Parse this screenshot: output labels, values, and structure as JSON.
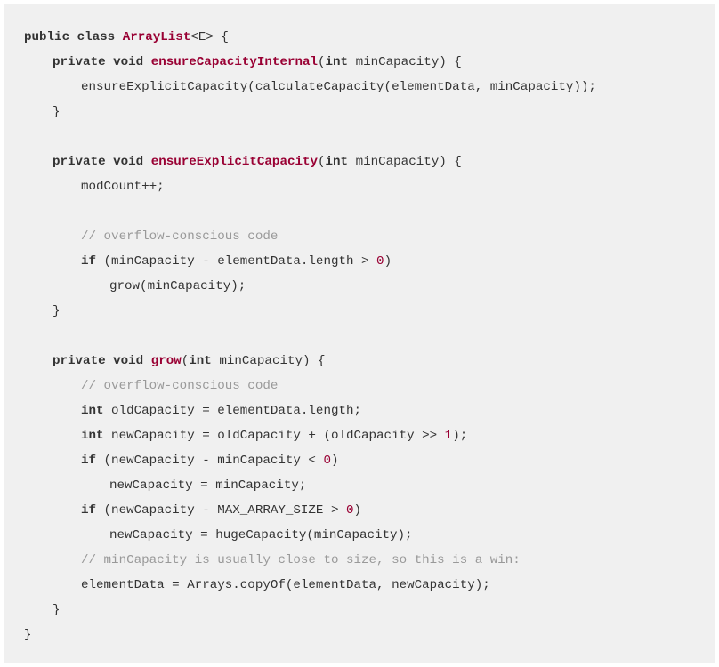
{
  "code": {
    "l1": {
      "kw1": "public",
      "kw2": "class",
      "cls": "ArrayList",
      "rest": "<E> {"
    },
    "l2": {
      "kw1": "private",
      "kw2": "void",
      "fn": "ensureCapacityInternal",
      "p1": "(",
      "kw3": "int",
      "rest": " minCapacity) {"
    },
    "l3": {
      "text": "ensureExplicitCapacity(calculateCapacity(elementData, minCapacity));"
    },
    "l4": {
      "text": "}"
    },
    "l6": {
      "kw1": "private",
      "kw2": "void",
      "fn": "ensureExplicitCapacity",
      "p1": "(",
      "kw3": "int",
      "rest": " minCapacity) {"
    },
    "l7": {
      "text": "modCount++;"
    },
    "l9": {
      "comment": "// overflow-conscious code"
    },
    "l10": {
      "kw": "if",
      "pre": " (minCapacity - elementData.length > ",
      "num": "0",
      "post": ")"
    },
    "l11": {
      "text": "grow(minCapacity);"
    },
    "l12": {
      "text": "}"
    },
    "l14": {
      "kw1": "private",
      "kw2": "void",
      "fn": "grow",
      "p1": "(",
      "kw3": "int",
      "rest": " minCapacity) {"
    },
    "l15": {
      "comment": "// overflow-conscious code"
    },
    "l16": {
      "kw": "int",
      "rest": " oldCapacity = elementData.length;"
    },
    "l17": {
      "kw": "int",
      "pre": " newCapacity = oldCapacity + (oldCapacity >> ",
      "num": "1",
      "post": ");"
    },
    "l18": {
      "kw": "if",
      "pre": " (newCapacity - minCapacity < ",
      "num": "0",
      "post": ")"
    },
    "l19": {
      "text": "newCapacity = minCapacity;"
    },
    "l20": {
      "kw": "if",
      "pre": " (newCapacity - MAX_ARRAY_SIZE > ",
      "num": "0",
      "post": ")"
    },
    "l21": {
      "text": "newCapacity = hugeCapacity(minCapacity);"
    },
    "l22": {
      "comment": "// minCapacity is usually close to size, so this is a win:"
    },
    "l23": {
      "text": "elementData = Arrays.copyOf(elementData, newCapacity);"
    },
    "l24": {
      "text": "}"
    },
    "l25": {
      "text": "}"
    }
  }
}
